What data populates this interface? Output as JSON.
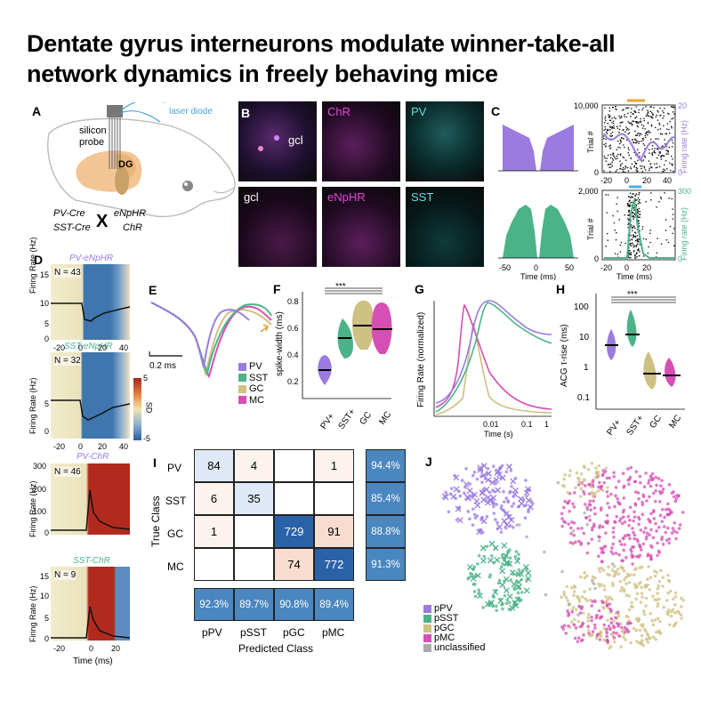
{
  "title": "Dentate gyrus interneurons modulate winner-take-all network dynamics in freely behaving mice",
  "panels": {
    "A": "A",
    "B": "B",
    "C": "C",
    "D": "D",
    "E": "E",
    "F": "F",
    "G": "G",
    "H": "H",
    "I": "I",
    "J": "J"
  },
  "panelA": {
    "laser": "laser diode",
    "probe": "silicon probe",
    "dg": "DG",
    "pvcre": "PV-Cre",
    "sstcre": "SST-Cre",
    "x": "X",
    "enphr": "eNpHR",
    "chr": "ChR"
  },
  "panelB": {
    "chr": "ChR",
    "pv": "PV",
    "gcl1": "gcl",
    "gcl2": "gcl",
    "enphr": "eNpHR",
    "sst": "SST"
  },
  "panelC": {
    "yt1": "10,000",
    "yt0": "0",
    "yt2": "2,000",
    "yt3": "0",
    "r1": "20",
    "r2": "0",
    "r3": "300",
    "r4": "0",
    "trial": "Trial #",
    "fr": "Firing rate (Hz)",
    "xt": [
      "-50",
      "0",
      "50"
    ],
    "xt2": [
      "-20",
      "0",
      "20",
      "40"
    ],
    "xlabel": "Time (ms)"
  },
  "panelD": {
    "titles": [
      "PV-eNpHR",
      "SST-eNpHR",
      "PV-ChR",
      "SST-ChR"
    ],
    "n": [
      "N = 43",
      "N = 32",
      "N = 46",
      "N = 9"
    ],
    "ylabel": "Firing Rate (Hz)",
    "y1": [
      "15",
      "10",
      "5",
      "0"
    ],
    "y2": [
      "5",
      "0"
    ],
    "y3": [
      "300",
      "200",
      "100",
      "0"
    ],
    "y4": [
      "15",
      "10",
      "5",
      "0"
    ],
    "x12": [
      "-20",
      "0",
      "20",
      "40"
    ],
    "x34": [
      "-20",
      "0",
      "20"
    ],
    "xlabel": "Time (ms)",
    "cb": [
      "5",
      "SD",
      "-5"
    ]
  },
  "panelE": {
    "scale": "0.2 ms",
    "legend": [
      "PV",
      "SST",
      "GC",
      "MC"
    ]
  },
  "panelF": {
    "ylabel": "spike-width (ms)",
    "y": [
      "0.8",
      "0.6",
      "0.4",
      "0.2"
    ],
    "x": [
      "PV+",
      "SST+",
      "GC",
      "MC"
    ],
    "sig": "***"
  },
  "panelG": {
    "ylabel": "Firing Rate (normalized)",
    "x": [
      "0.01",
      "0.1",
      "1"
    ],
    "xlabel": "Time (s)"
  },
  "panelH": {
    "ylabel": "ACG τ-rise (ms)",
    "y": [
      "100",
      "10",
      "1",
      "0.1"
    ],
    "x": [
      "PV+",
      "SST+",
      "GC",
      "MC"
    ],
    "sig": "***"
  },
  "panelI": {
    "rows": [
      "PV",
      "SST",
      "GC",
      "MC"
    ],
    "cols": [
      "pPV",
      "pSST",
      "pGC",
      "pMC"
    ],
    "cells": [
      [
        "84",
        "4",
        "",
        "1"
      ],
      [
        "6",
        "35",
        "",
        ""
      ],
      [
        "1",
        "",
        "729",
        "91"
      ],
      [
        "",
        "",
        "74",
        "772"
      ]
    ],
    "rowacc": [
      "94.4%",
      "85.4%",
      "88.8%",
      "91.3%"
    ],
    "colacc": [
      "92.3%",
      "89.7%",
      "90.8%",
      "89.4%"
    ],
    "ylabel": "True Class",
    "xlabel": "Predicted Class"
  },
  "panelJ": {
    "legend": [
      "pPV",
      "pSST",
      "pGC",
      "pMC",
      "unclassified"
    ]
  },
  "colors": {
    "pv": "#9b7be0",
    "sst": "#4cb389",
    "gc": "#cfc083",
    "mc": "#d54fb4",
    "unc": "#aaaaaa",
    "cmblue": "#4a86c0"
  }
}
